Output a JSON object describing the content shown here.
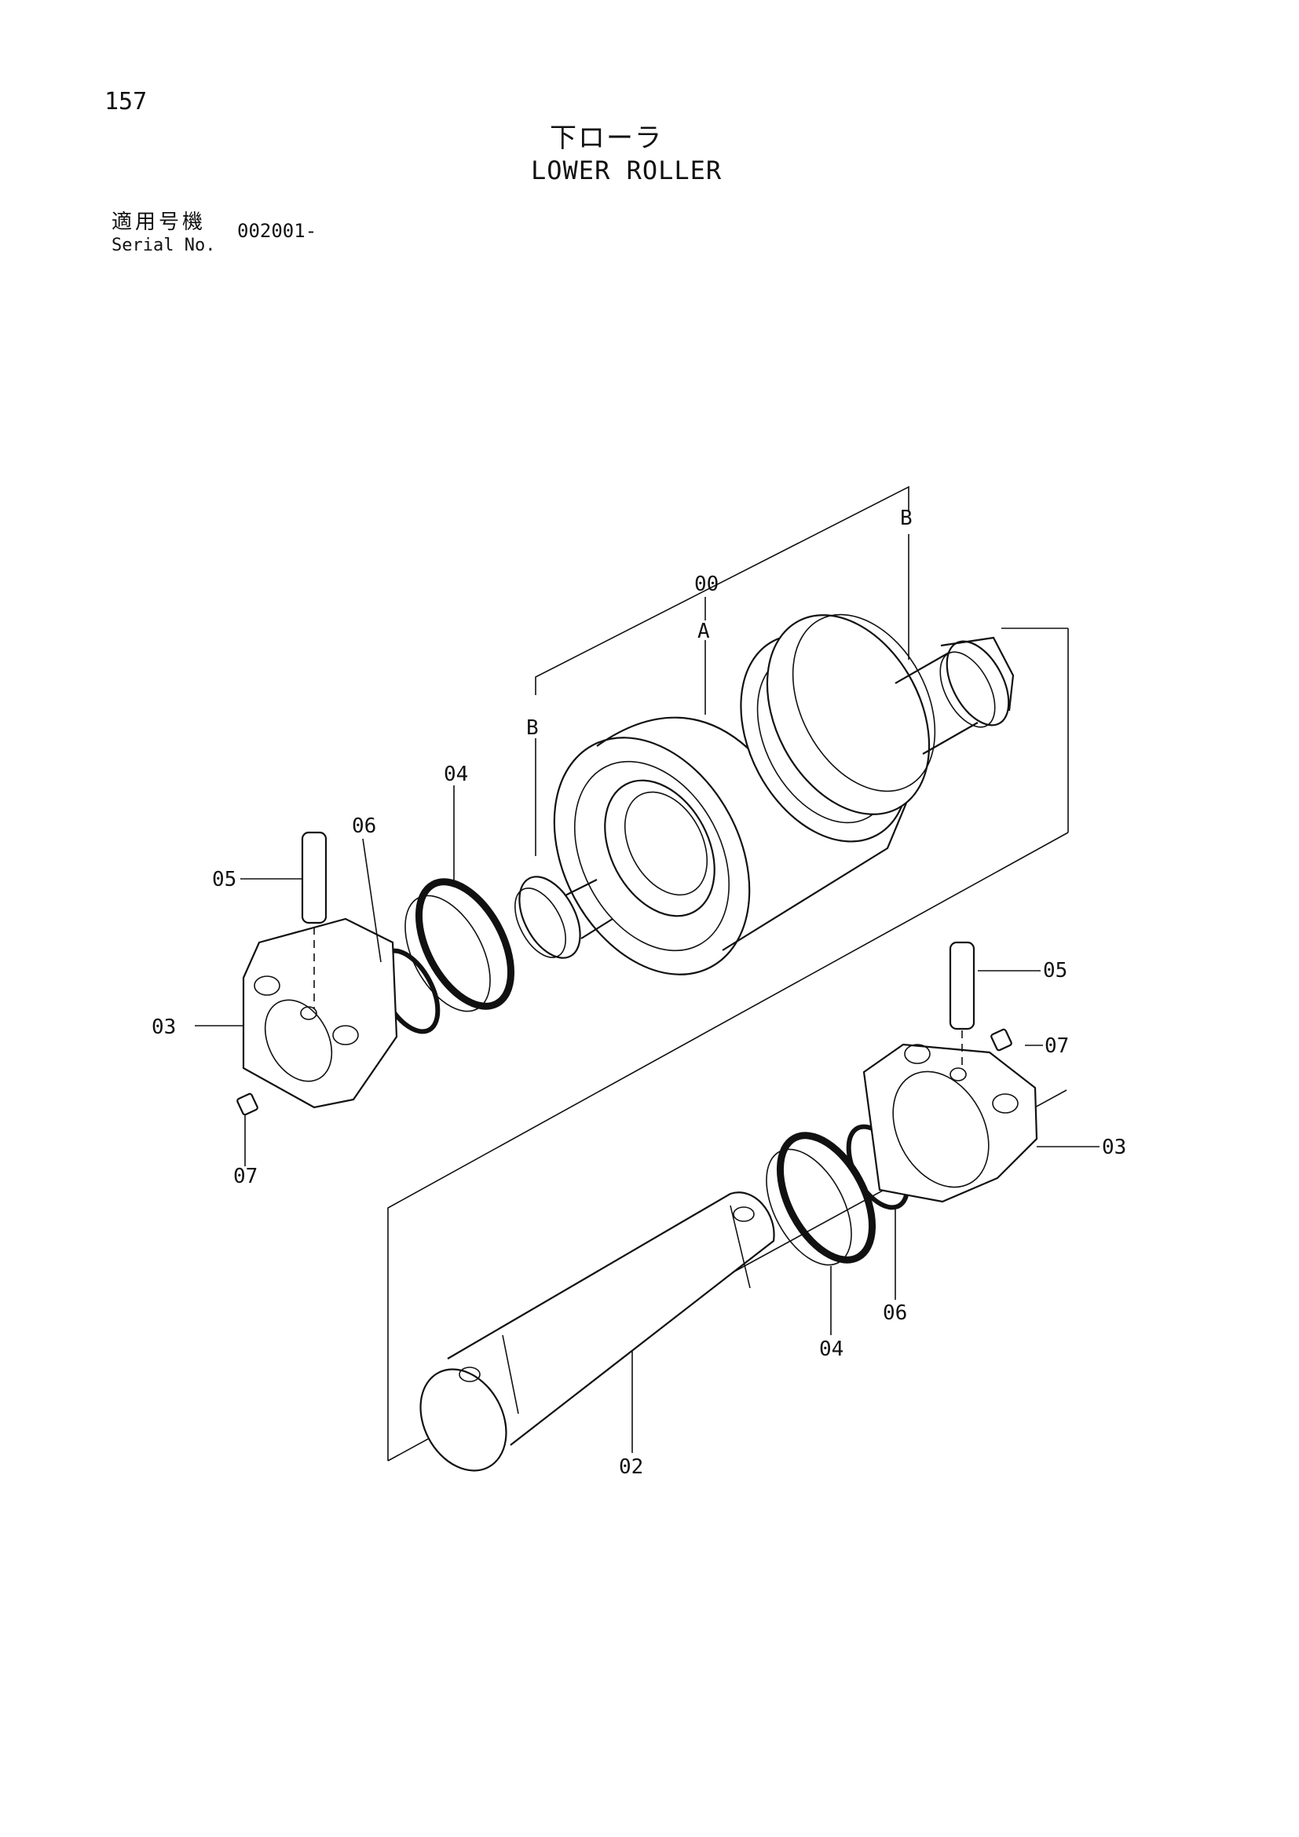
{
  "page": {
    "number": "157"
  },
  "title": {
    "japanese": "下ローラ",
    "english": "LOWER ROLLER"
  },
  "serial": {
    "label_jp": "適用号機",
    "label_en": "Serial No.",
    "value": "002001-"
  },
  "callouts": {
    "c00": "00",
    "cA": "A",
    "cB1": "B",
    "cB2": "B",
    "c02": "02",
    "c03L": "03",
    "c03R": "03",
    "c04L": "04",
    "c04R": "04",
    "c05L": "05",
    "c05R": "05",
    "c06L": "06",
    "c06R": "06",
    "c07L": "07",
    "c07R": "07"
  }
}
